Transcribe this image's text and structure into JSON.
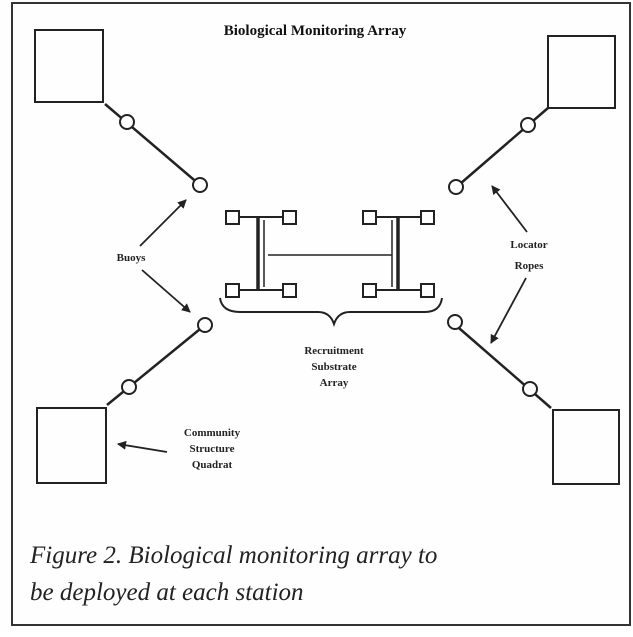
{
  "diagram": {
    "title": "Biological Monitoring Array",
    "labels": {
      "buoys": "Buoys",
      "locator_line1": "Locator",
      "locator_line2": "Ropes",
      "recruitment_line1": "Recruitment",
      "recruitment_line2": "Substrate",
      "recruitment_line3": "Array",
      "community_line1": "Community",
      "community_line2": "Structure",
      "community_line3": "Quadrat"
    },
    "caption_line1": "Figure 2.  Biological monitoring array to",
    "caption_line2": "be deployed at each station"
  },
  "colors": {
    "ink": "#222222",
    "border": "#333333",
    "background": "#fefefe"
  }
}
